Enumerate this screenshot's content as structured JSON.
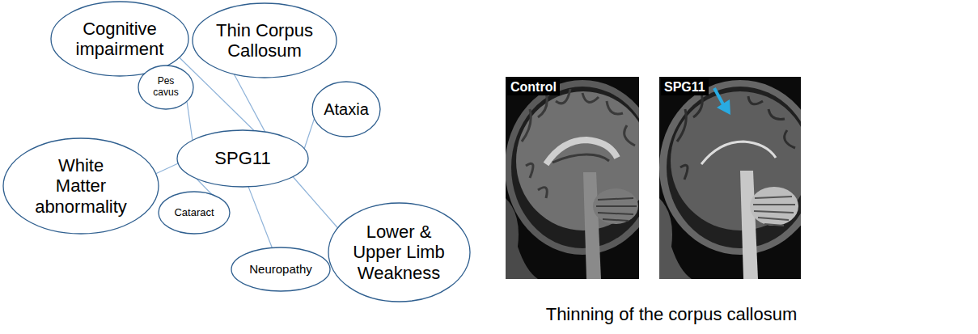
{
  "diagram": {
    "caption": "Thinning of the corpus callosum",
    "nodes": [
      {
        "text": [
          "Cognitive impairment"
        ]
      },
      {
        "text": [
          "Thin Corpus Callosum"
        ]
      },
      {
        "text": [
          "Pes cavus"
        ]
      },
      {
        "text": [
          "SPG11"
        ]
      },
      {
        "text": [
          "Ataxia"
        ]
      },
      {
        "text": [
          "White Matter abnormality"
        ]
      },
      {
        "text": [
          "Cataract"
        ]
      },
      {
        "text": [
          "Neuropathy"
        ]
      },
      {
        "text": [
          "Lower & Upper Limb Weakness"
        ]
      }
    ],
    "edges": [
      {
        "from": 3,
        "to": 0,
        "arrow": "none"
      },
      {
        "from": 3,
        "to": 1,
        "arrow": "none"
      },
      {
        "from": 3,
        "to": 2,
        "arrow": "none"
      },
      {
        "from": 3,
        "to": 4,
        "arrow": "none"
      },
      {
        "from": 3,
        "to": 5,
        "arrow": "none"
      },
      {
        "from": 3,
        "to": 6,
        "arrow": "none"
      },
      {
        "from": 3,
        "to": 7,
        "arrow": "none"
      },
      {
        "from": 3,
        "to": 8,
        "arrow": "none"
      }
    ],
    "labels": [
      "Control",
      "SPG11"
    ]
  }
}
